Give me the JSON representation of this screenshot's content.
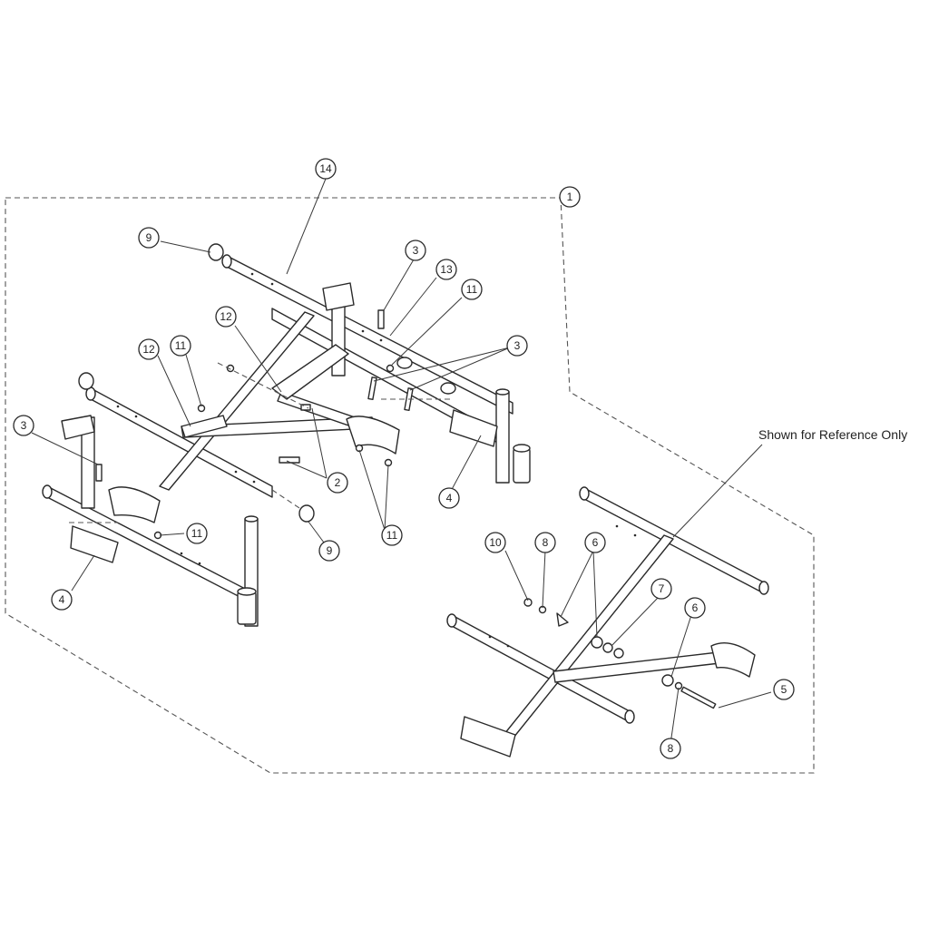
{
  "reference_note": "Shown for Reference Only",
  "callouts": [
    "14",
    "1",
    "9",
    "3",
    "13",
    "11",
    "12",
    "3",
    "12",
    "11",
    "3",
    "2",
    "4",
    "11",
    "9",
    "11",
    "4",
    "10",
    "8",
    "6",
    "7",
    "6",
    "5",
    "8"
  ],
  "colors": {
    "line": "#2a2a2a",
    "background": "#ffffff"
  }
}
